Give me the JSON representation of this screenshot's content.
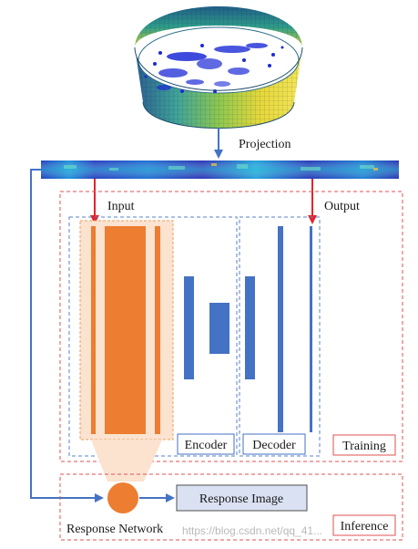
{
  "labels": {
    "projection": "Projection",
    "input": "Input",
    "output": "Output",
    "encoder": "Encoder",
    "decoder": "Decoder",
    "training": "Training",
    "response_image": "Response Image",
    "response_network": "Response Network",
    "inference": "Inference",
    "watermark": "https://blog.csdn.net/qq_41..."
  },
  "colors": {
    "arrow_blue": "#4472c4",
    "arrow_red": "#e8222a",
    "dashed_red": "#e05050",
    "dashed_blue": "#5b82c8",
    "bar_blue": "#4472c4",
    "orange": "#ed7d31",
    "orange_light": "#fbe3d0",
    "response_box_fill": "#d9e1f2"
  },
  "icons": {
    "cylinder": "point-cloud-cylinder-icon",
    "range_image": "range-image-strip",
    "response_network": "response-network-circle"
  }
}
